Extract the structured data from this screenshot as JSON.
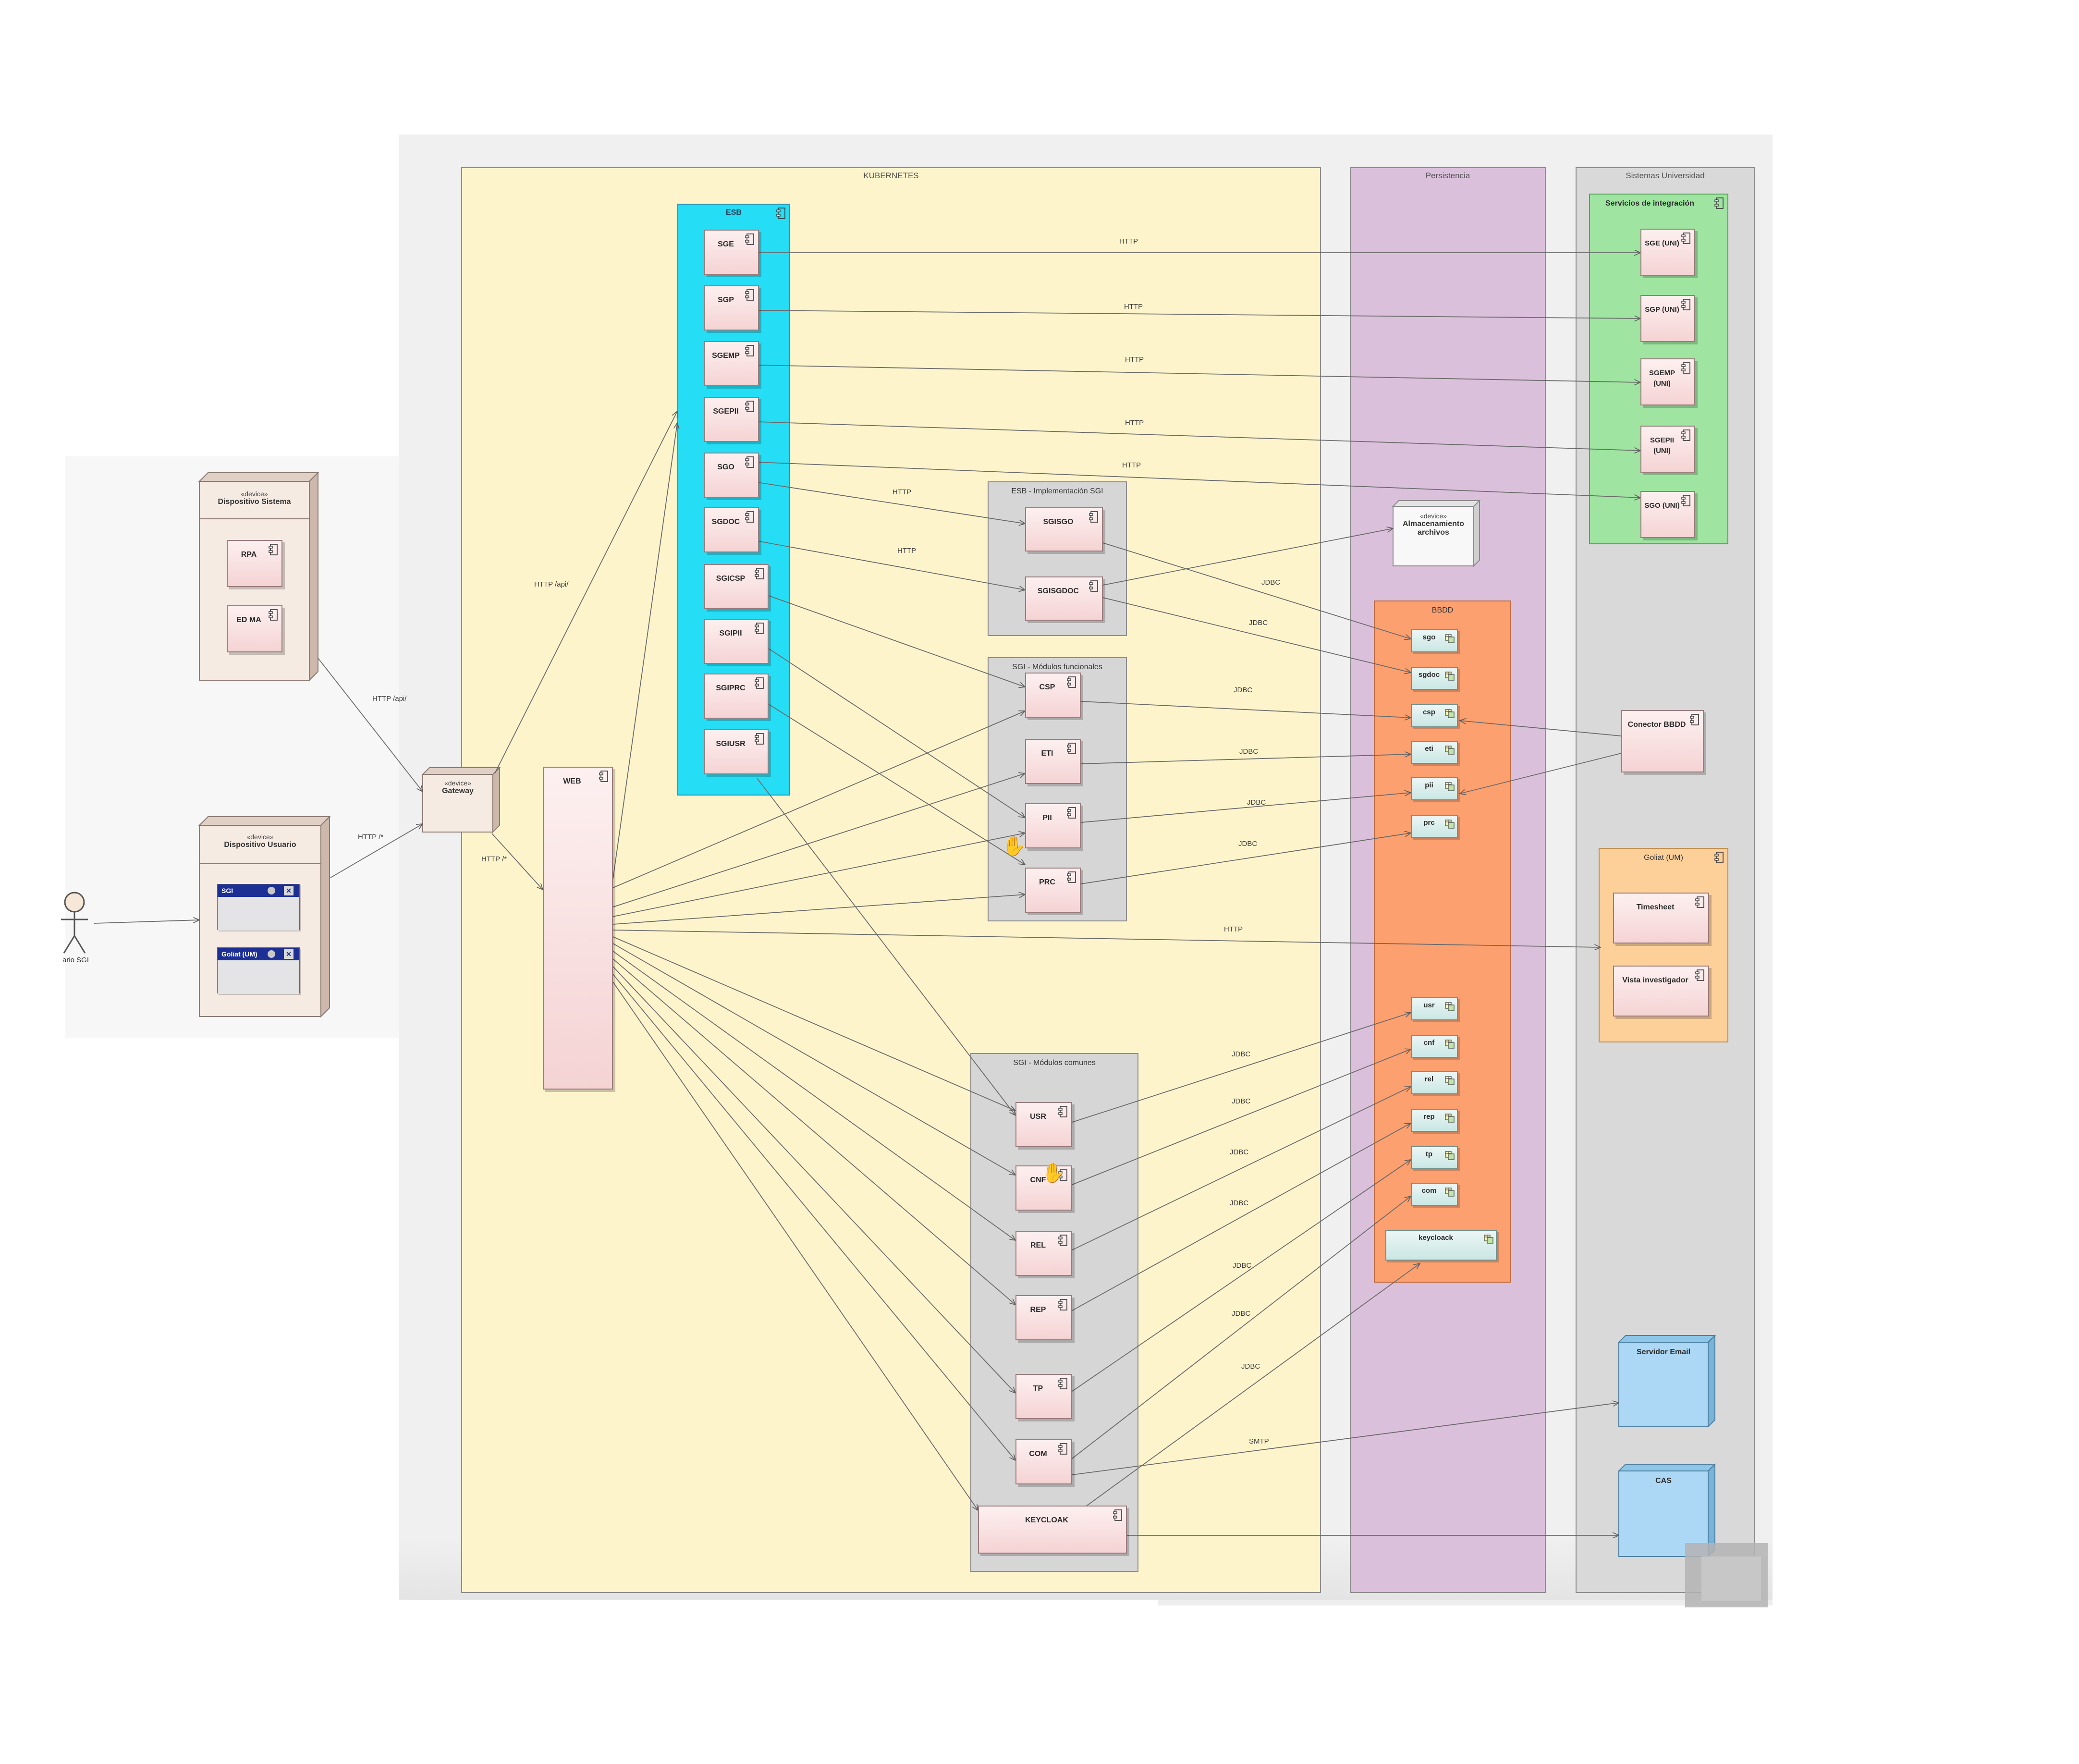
{
  "zones": {
    "kubernetes": "KUBERNETES",
    "persistencia": "Persistencia",
    "sistemas_universidad": "Sistemas Universidad"
  },
  "esb": {
    "title": "ESB",
    "components": [
      "SGE",
      "SGP",
      "SGEMP",
      "SGEPII",
      "SGO",
      "SGDOC",
      "SGICSP",
      "SGIPII",
      "SGIPRC",
      "SGIUSR"
    ]
  },
  "esb_impl": {
    "title": "ESB - Implementación SGI",
    "components": [
      "SGISGO",
      "SGISGDOC"
    ]
  },
  "funcionales": {
    "title": "SGI - Módulos funcionales",
    "components": [
      "CSP",
      "ETI",
      "PII",
      "PRC"
    ]
  },
  "comunes": {
    "title": "SGI - Módulos comunes",
    "components": [
      "USR",
      "CNF",
      "REL",
      "REP",
      "TP",
      "COM"
    ],
    "keycloak": "KEYCLOAK"
  },
  "web": "WEB",
  "gateway": {
    "stereotype": "«device»",
    "name": "Gateway"
  },
  "dispositivo_sistema": {
    "stereotype": "«device»",
    "name": "Dispositivo Sistema",
    "components": [
      "RPA",
      "ED MA"
    ]
  },
  "dispositivo_usuario": {
    "stereotype": "«device»",
    "name": "Dispositivo Usuario",
    "windows": [
      "SGI",
      "Goliat (UM)"
    ]
  },
  "actor": "ario SGI",
  "almacenamiento": {
    "stereotype": "«device»",
    "name": "Almacenamiento archivos"
  },
  "bbdd": {
    "title": "BBDD",
    "tables_top": [
      "sgo",
      "sgdoc",
      "csp",
      "eti",
      "pii",
      "prc"
    ],
    "tables_bottom": [
      "usr",
      "cnf",
      "rel",
      "rep",
      "tp",
      "com"
    ],
    "keycloak": "keycloack"
  },
  "servicios_integracion": {
    "title": "Servicios de integración",
    "components": [
      "SGE (UNI)",
      "SGP (UNI)",
      "SGEMP (UNI)",
      "SGEPII (UNI)",
      "SGO (UNI)"
    ]
  },
  "conector": "Conector BBDD",
  "goliat": {
    "title": "Goliat (UM)",
    "components": [
      "Timesheet",
      "Vista investigador"
    ]
  },
  "servidor_email": "Servidor Email",
  "cas": "CAS",
  "edge_labels": {
    "http": "HTTP",
    "jdbc": "JDBC",
    "smtp": "SMTP",
    "http_api": "HTTP /api/",
    "http_all": "HTTP /*"
  },
  "colors": {
    "kubernetes": "#fdf4cc",
    "persistencia": "#dbc0dc",
    "sistemas": "#d9d9d9",
    "esb": "#25def5",
    "bbdd": "#fca06f",
    "servicios": "#9fe5a1",
    "goliat": "#fdd09a",
    "node_blue": "#add8f5",
    "window_bar": "#1c2f95"
  }
}
